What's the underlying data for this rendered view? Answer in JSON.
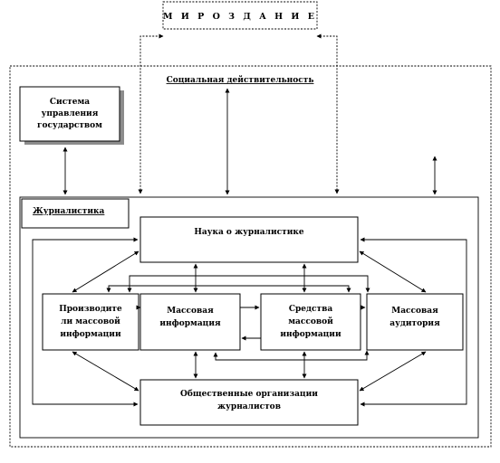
{
  "diagram": {
    "universe": "М И Р О З Д А Н И Е",
    "social_reality": "Социальная действительность",
    "state_control": [
      "Система",
      "управления",
      "государством"
    ],
    "journalism": "Журналистика",
    "science": "Наука о журналистике",
    "producers": [
      "Производите",
      "ли массовой",
      "информации"
    ],
    "mass_info": [
      "Массовая",
      "информация"
    ],
    "media": [
      "Средства",
      "массовой",
      "информации"
    ],
    "audience": [
      "Массовая",
      "аудитория"
    ],
    "organizations": [
      "Общественные организации",
      "журналистов"
    ]
  }
}
